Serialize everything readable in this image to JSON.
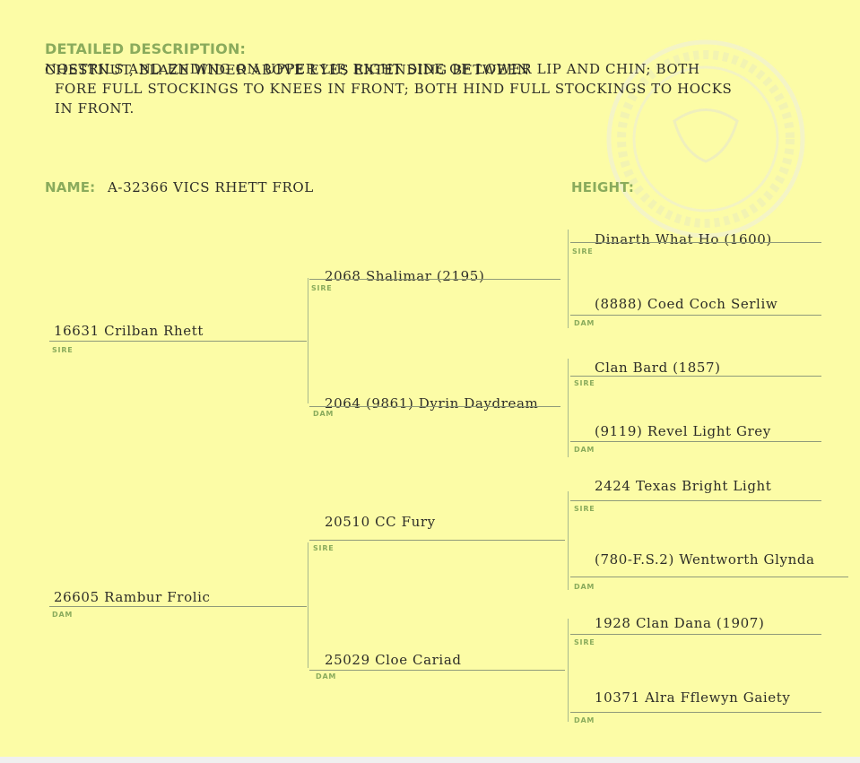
{
  "description": {
    "label": "DETAILED DESCRIPTION:",
    "lines": [
      "CHESTNUT, BLAZE WIDER ABOVE EYES EXTENDING BETWEEN",
      "NOSTRILS AND ENDING ON UPPER LIP, RIGHT SIDE OF LOWER LIP AND CHIN; BOTH",
      "FORE FULL STOCKINGS TO KNEES IN FRONT; BOTH HIND FULL STOCKINGS TO HOCKS",
      "IN FRONT."
    ]
  },
  "name": {
    "label": "NAME:",
    "value": "A-32366 VICS RHETT FROL"
  },
  "height": {
    "label": "HEIGHT:",
    "value": ""
  },
  "labels": {
    "sire": "SIRE",
    "dam": "DAM"
  },
  "pedigree": {
    "sire": "16631 Crilban Rhett",
    "dam": "26605 Rambur Frolic",
    "sire_sire": "2068 Shalimar (2195)",
    "sire_dam": "2064 (9861) Dyrin Daydream",
    "dam_sire": "20510 CC Fury",
    "dam_dam": "25029 Cloe Cariad",
    "sire_sire_sire": "Dinarth What Ho (1600)",
    "sire_sire_dam": "(8888) Coed Coch Serliw",
    "sire_dam_sire": "Clan Bard (1857)",
    "sire_dam_dam": "(9119) Revel Light Grey",
    "dam_sire_sire": "2424 Texas Bright Light",
    "dam_sire_dam": "(780-F.S.2) Wentworth Glynda",
    "dam_dam_sire": "1928 Clan Dana (1907)",
    "dam_dam_dam": "10371 Alra Fflewyn Gaiety"
  },
  "colors": {
    "paper": "#fcfca6",
    "label_green": "#8aab5c",
    "ink": "#2d2d28"
  }
}
